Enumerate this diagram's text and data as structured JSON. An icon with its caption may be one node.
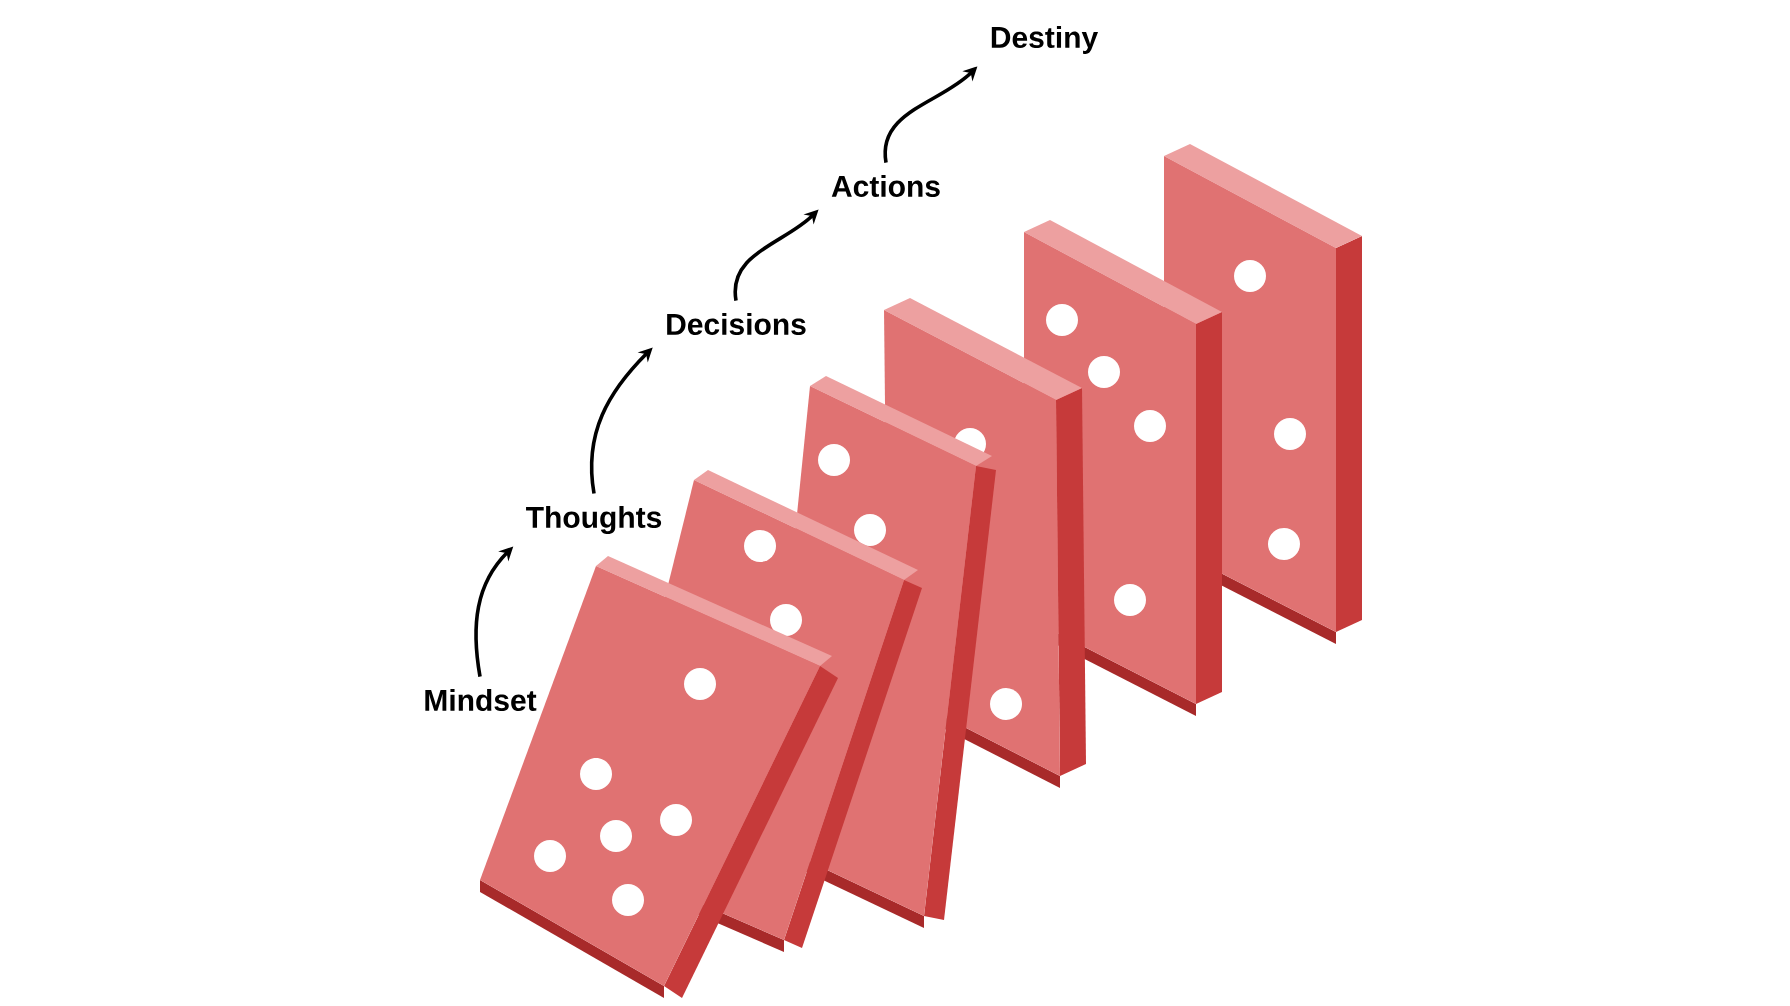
{
  "diagram": {
    "nodes": [
      {
        "text": [
          "Mindset"
        ]
      },
      {
        "text": [
          "Thoughts"
        ]
      },
      {
        "text": [
          "Decisions"
        ]
      },
      {
        "text": [
          "Actions"
        ]
      },
      {
        "text": [
          "Destiny"
        ]
      }
    ],
    "edges": [
      {
        "from": 0,
        "to": 1,
        "arrow": "to"
      },
      {
        "from": 1,
        "to": 2,
        "arrow": "to"
      },
      {
        "from": 2,
        "to": 3,
        "arrow": "to"
      },
      {
        "from": 3,
        "to": 4,
        "arrow": "to"
      }
    ]
  }
}
